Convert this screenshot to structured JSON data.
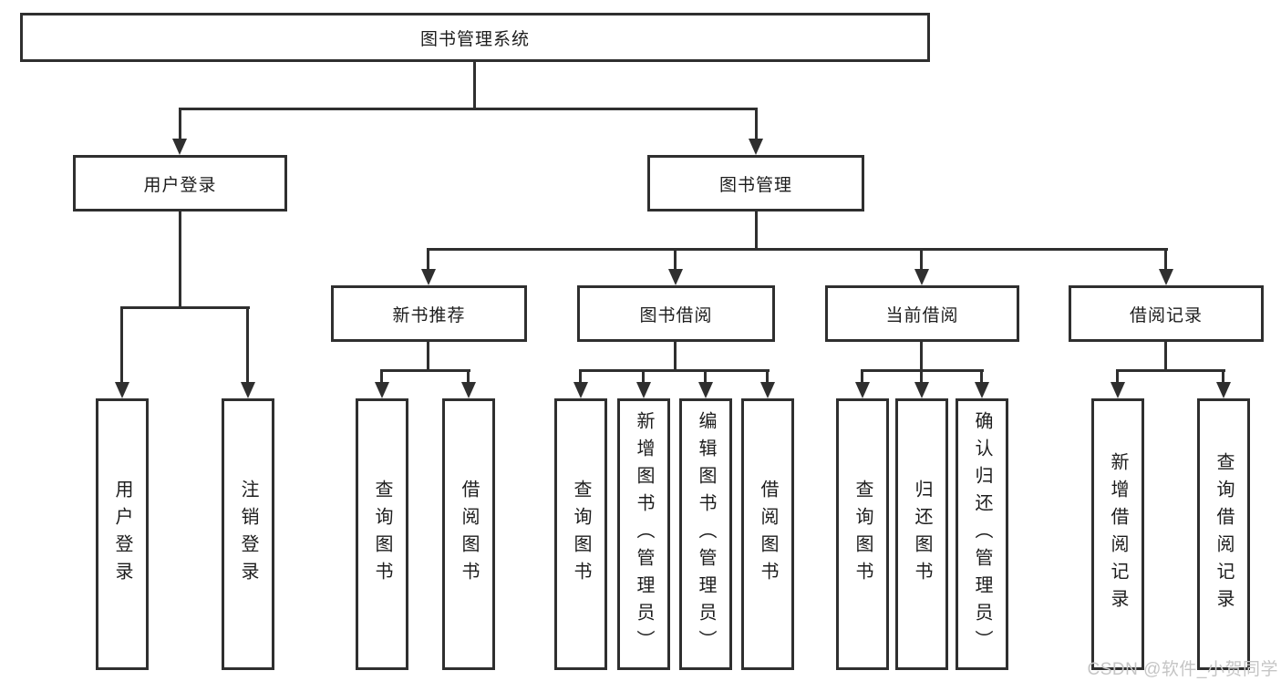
{
  "tree": {
    "label": "图书管理系统",
    "children": [
      {
        "label": "用户登录",
        "children": [
          {
            "label": "用户登录"
          },
          {
            "label": "注销登录"
          }
        ]
      },
      {
        "label": "图书管理",
        "children": [
          {
            "label": "新书推荐",
            "children": [
              {
                "label": "查询图书"
              },
              {
                "label": "借阅图书"
              }
            ]
          },
          {
            "label": "图书借阅",
            "children": [
              {
                "label": "查询图书"
              },
              {
                "label": "新增图书（管理员）"
              },
              {
                "label": "编辑图书（管理员）"
              },
              {
                "label": "借阅图书"
              }
            ]
          },
          {
            "label": "当前借阅",
            "children": [
              {
                "label": "查询图书"
              },
              {
                "label": "归还图书"
              },
              {
                "label": "确认归还（管理员）"
              }
            ]
          },
          {
            "label": "借阅记录",
            "children": [
              {
                "label": "新增借阅记录"
              },
              {
                "label": "查询借阅记录"
              }
            ]
          }
        ]
      }
    ]
  },
  "watermark": {
    "text": "CSDN @软件_小贺同学"
  },
  "colors": {
    "line": "#2f2f2f",
    "text": "#1d1d1d",
    "box-bg": "#ffffff",
    "watermark": "#c5c5c5",
    "bg": "#ffffff"
  }
}
